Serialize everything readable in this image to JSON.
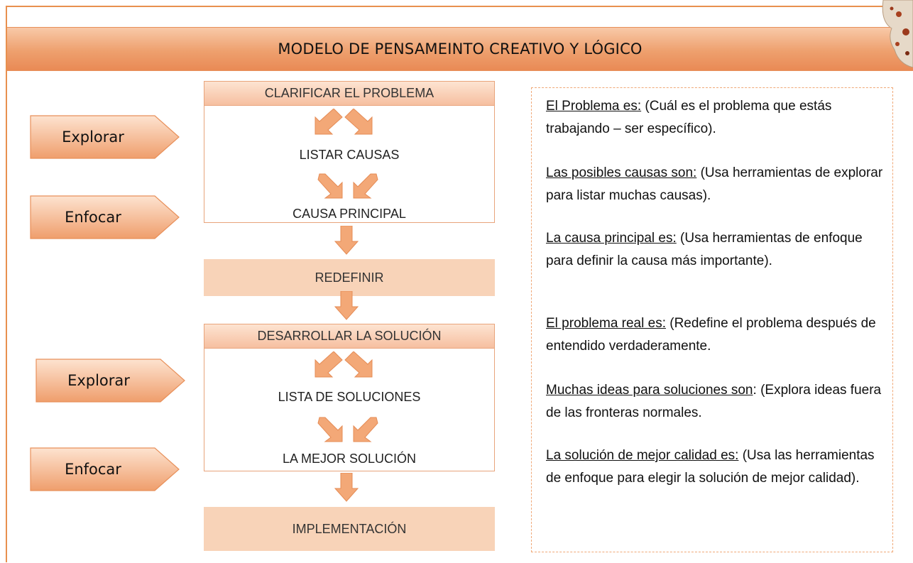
{
  "title": "MODELO DE PENSAMEINTO CREATIVO Y LÓGICO",
  "colors": {
    "accent": "#ec9a66",
    "light": "#f8d3b8",
    "border": "#e8904f"
  },
  "left_labels": [
    "Explorar",
    "Enfocar",
    "Explorar",
    "Enfocar"
  ],
  "flow": {
    "box1_title": "CLARIFICAR EL PROBLEMA",
    "box1_item1": "LISTAR CAUSAS",
    "box1_item2": "CAUSA PRINCIPAL",
    "redefine": "REDEFINIR",
    "box2_title": "DESARROLLAR LA SOLUCIÓN",
    "box2_item1": "LISTA DE SOLUCIONES",
    "box2_item2": "LA MEJOR SOLUCIÓN",
    "implement": "IMPLEMENTACIÓN"
  },
  "notes": [
    {
      "lead": "El Problema es:",
      "text": " (Cuál es el problema que estás trabajando – ser específico)."
    },
    {
      "lead": "Las posibles causas son:",
      "text": " (Usa herramientas de explorar para listar muchas causas)."
    },
    {
      "lead": "La causa principal es:",
      "text": " (Usa herramientas de enfoque para definir la causa más importante)."
    },
    {
      "lead": "El problema real es:",
      "text": " (Redefine el problema después de entendido verdaderamente."
    },
    {
      "lead": "Muchas ideas para soluciones son",
      "text": ": (Explora ideas fuera de las fronteras normales."
    },
    {
      "lead": "La solución de mejor calidad es:",
      "text": " (Usa las herramientas de enfoque para elegir la solución de mejor calidad)."
    }
  ]
}
